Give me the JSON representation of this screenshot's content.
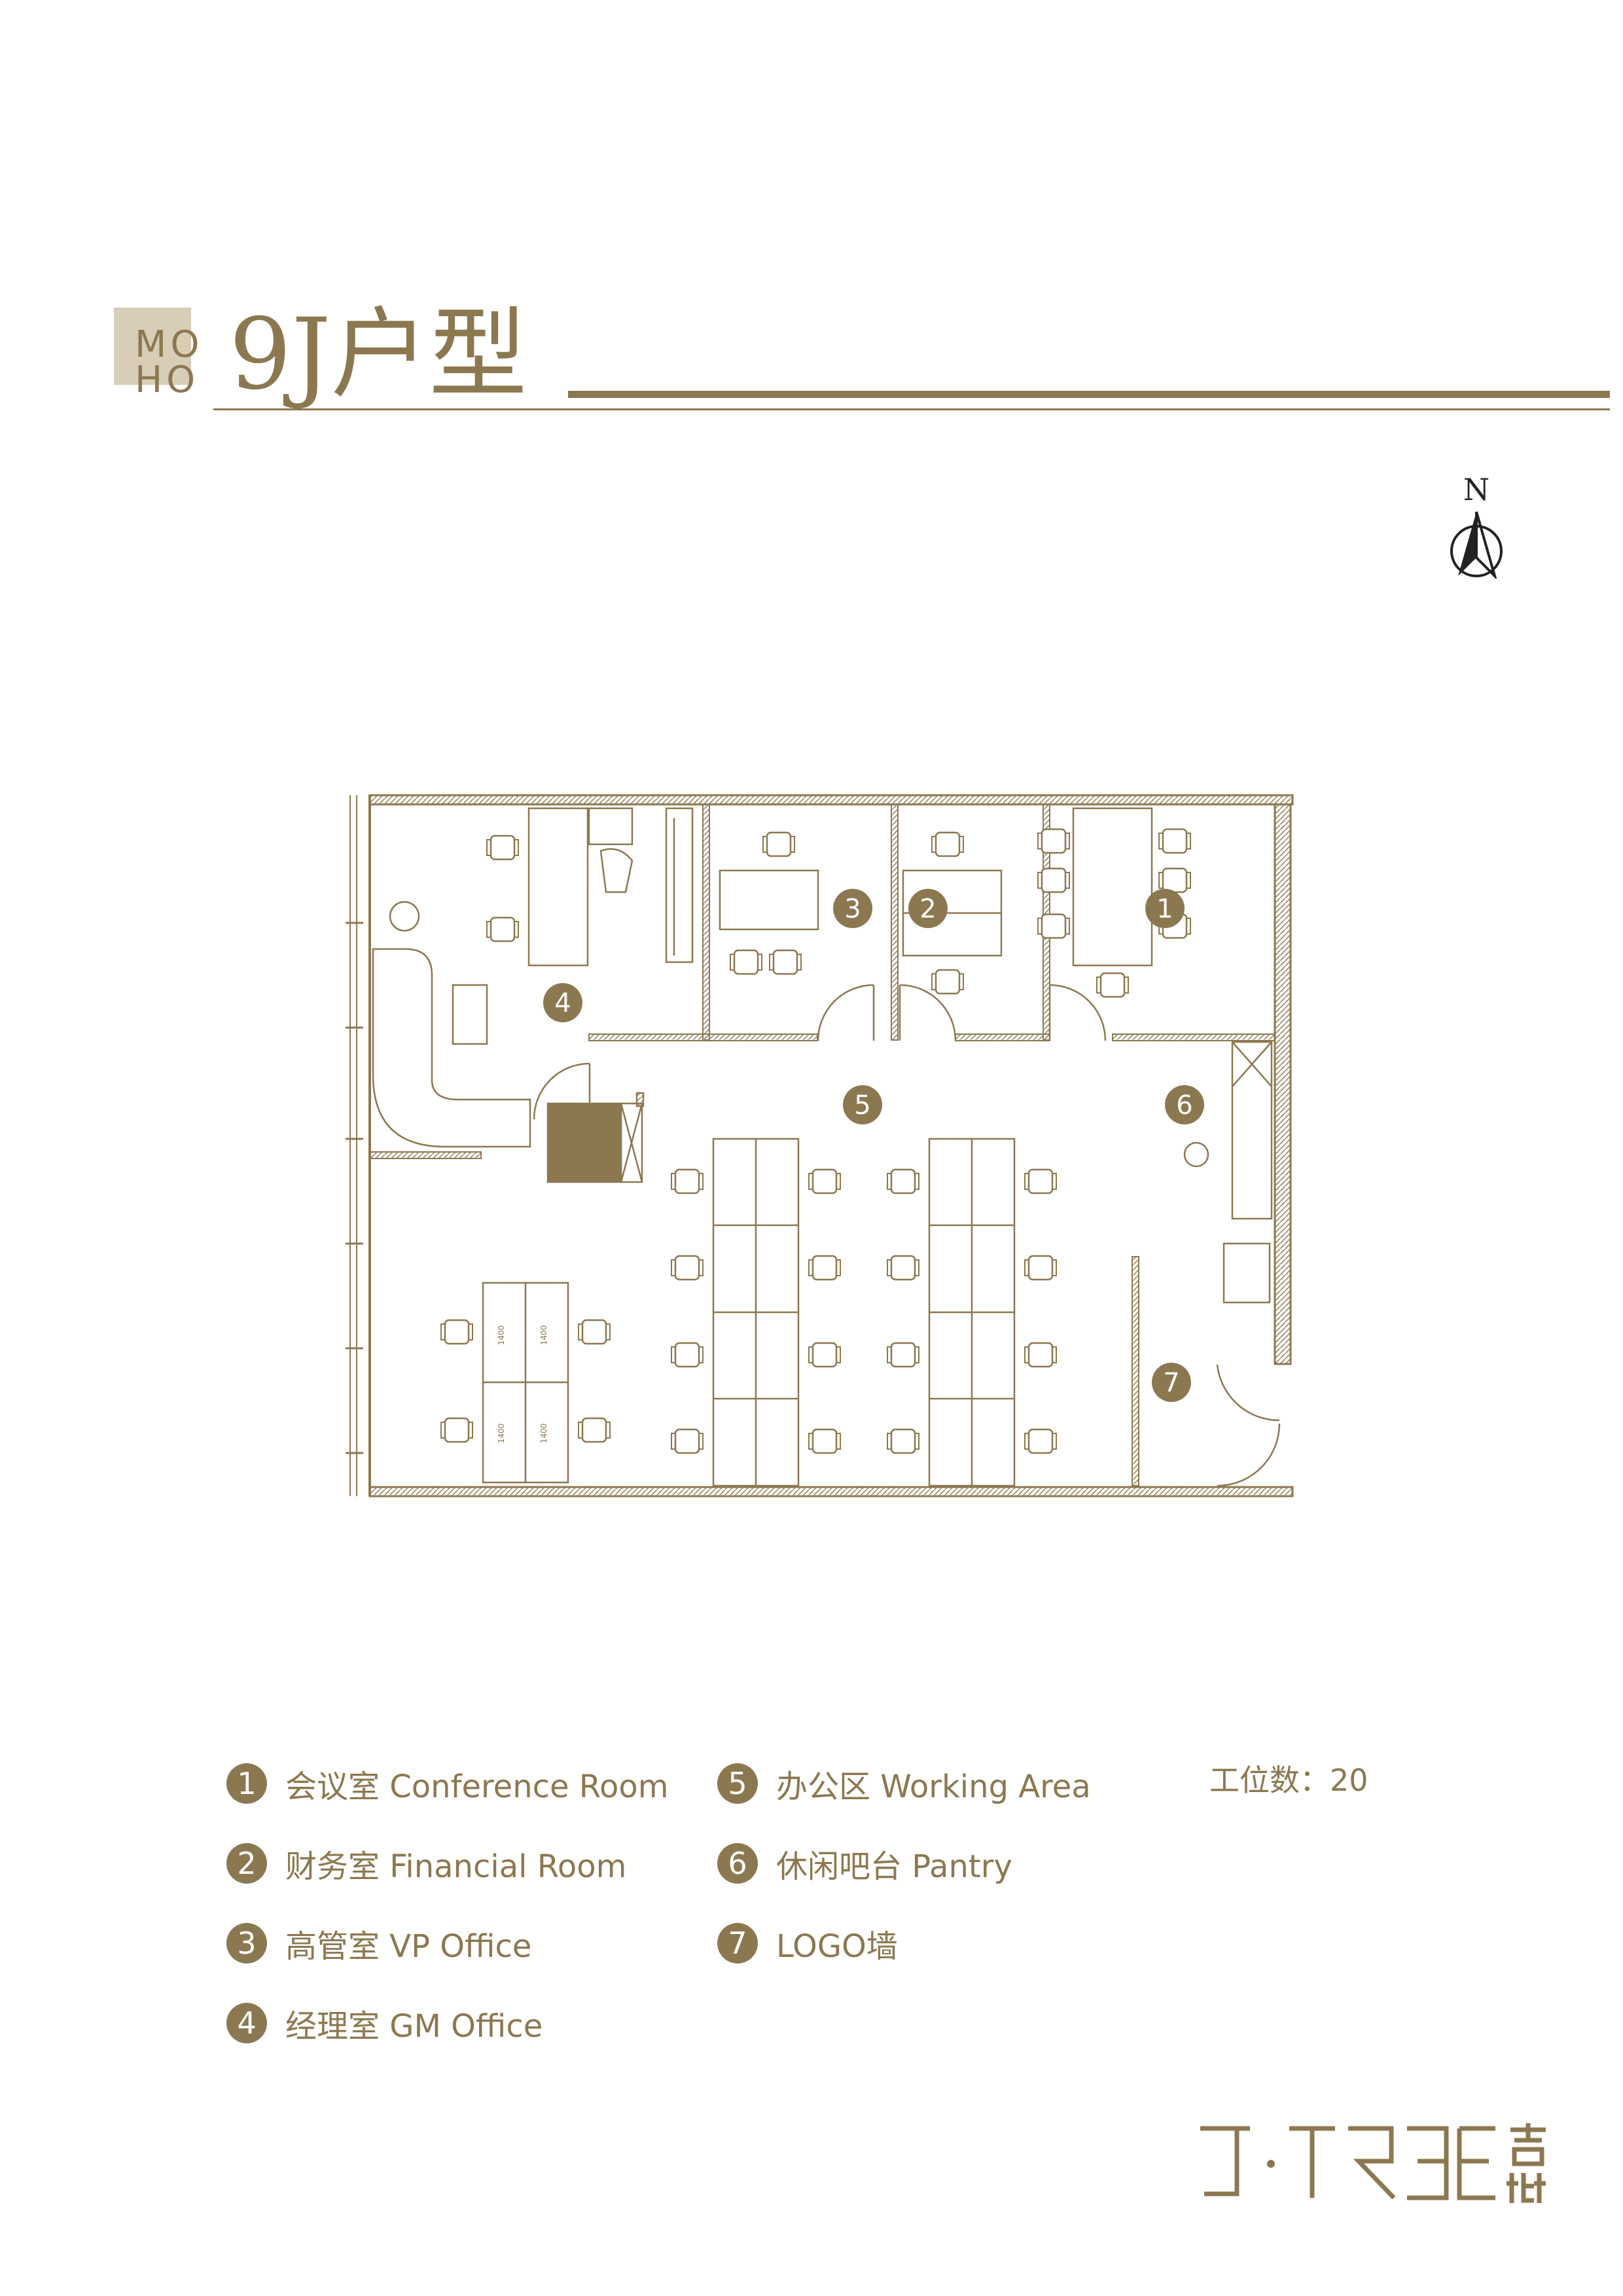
{
  "header": {
    "brand_top": "MO",
    "brand_bottom": "HO",
    "title": "9J户型"
  },
  "compass": {
    "label": "N"
  },
  "plan": {
    "room_numbers": [
      "1",
      "2",
      "3",
      "4",
      "5",
      "6",
      "7"
    ],
    "desk_dims": [
      "1400",
      "1400",
      "1400",
      "1400"
    ]
  },
  "legend": [
    {
      "num": "1",
      "label": "会议室 Conference Room"
    },
    {
      "num": "2",
      "label": "财务室 Financial Room"
    },
    {
      "num": "3",
      "label": "高管室 VP Office"
    },
    {
      "num": "4",
      "label": "经理室 GM Office"
    },
    {
      "num": "5",
      "label": "办公区 Working Area"
    },
    {
      "num": "6",
      "label": "休闲吧台 Pantry"
    },
    {
      "num": "7",
      "label": "LOGO墙"
    }
  ],
  "workstations": "工位数：20",
  "colors": {
    "accent": "#8c7850",
    "accent_light": "#d8cdb6",
    "wall": "#8c7850"
  }
}
